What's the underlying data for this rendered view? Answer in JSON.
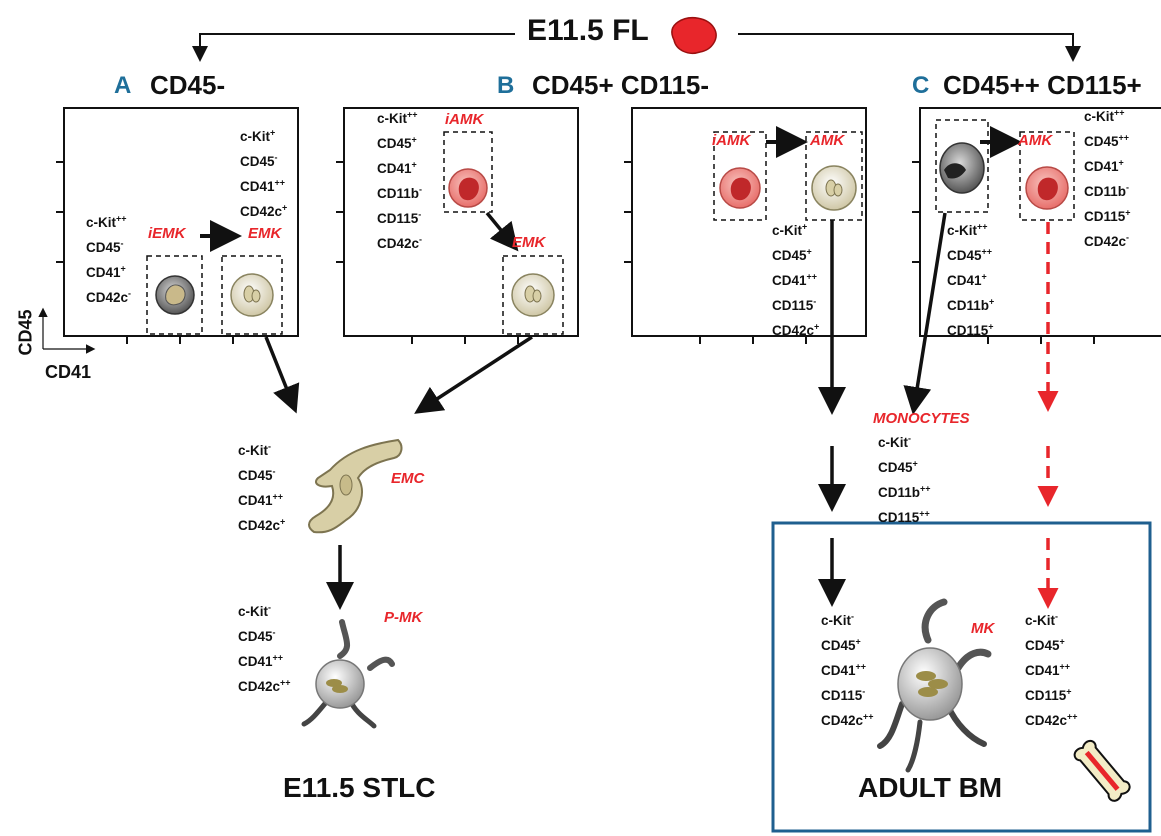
{
  "top": {
    "title": "E11.5 FL"
  },
  "panels": [
    {
      "letter": "A",
      "title": "CD45-"
    },
    {
      "letter": "B",
      "title": "CD45+ CD115-"
    },
    {
      "letter": "C",
      "title": "CD45++ CD115+"
    }
  ],
  "axes": {
    "x": "CD41",
    "y": "CD45"
  },
  "cells": {
    "iEMK": "iEMK",
    "EMK_A": "EMK",
    "iAMK_B": "iAMK",
    "EMK_B": "EMK",
    "iAMK_B2": "iAMK",
    "AMK_B2": "AMK",
    "AMK_C": "AMK",
    "monocytes": "MONOCYTES",
    "EMC": "EMC",
    "PMK": "P-MK",
    "MK": "MK"
  },
  "markers": {
    "A_iEMK": [
      [
        "c-Kit",
        "++"
      ],
      [
        "CD45",
        "-"
      ],
      [
        "CD41",
        "+"
      ],
      [
        "CD42c",
        "-"
      ]
    ],
    "A_EMK": [
      [
        "c-Kit",
        "+"
      ],
      [
        "CD45",
        "-"
      ],
      [
        "CD41",
        "++"
      ],
      [
        "CD42c",
        "+"
      ]
    ],
    "B_iAMK": [
      [
        "c-Kit",
        "++"
      ],
      [
        "CD45",
        "+"
      ],
      [
        "CD41",
        "+"
      ],
      [
        "CD11b",
        "-"
      ],
      [
        "CD115",
        "-"
      ],
      [
        "CD42c",
        "-"
      ]
    ],
    "B2_AMK": [
      [
        "c-Kit",
        "+"
      ],
      [
        "CD45",
        "+"
      ],
      [
        "CD41",
        "++"
      ],
      [
        "CD115",
        "-"
      ],
      [
        "CD42c",
        "+"
      ]
    ],
    "C_mono": [
      [
        "c-Kit",
        "++"
      ],
      [
        "CD45",
        "++"
      ],
      [
        "CD41",
        "+"
      ],
      [
        "CD11b",
        "+"
      ],
      [
        "CD115",
        "+"
      ]
    ],
    "C_AMK": [
      [
        "c-Kit",
        "++"
      ],
      [
        "CD45",
        "++"
      ],
      [
        "CD41",
        "+"
      ],
      [
        "CD11b",
        "-"
      ],
      [
        "CD115",
        "+"
      ],
      [
        "CD42c",
        "-"
      ]
    ],
    "EMC": [
      [
        "c-Kit",
        "-"
      ],
      [
        "CD45",
        "-"
      ],
      [
        "CD41",
        "++"
      ],
      [
        "CD42c",
        "+"
      ]
    ],
    "PMK": [
      [
        "c-Kit",
        "-"
      ],
      [
        "CD45",
        "-"
      ],
      [
        "CD41",
        "++"
      ],
      [
        "CD42c",
        "++"
      ]
    ],
    "monocytes": [
      [
        "c-Kit",
        "-"
      ],
      [
        "CD45",
        "+"
      ],
      [
        "CD11b",
        "++"
      ],
      [
        "CD115",
        "++"
      ]
    ],
    "MK_left": [
      [
        "c-Kit",
        "-"
      ],
      [
        "CD45",
        "+"
      ],
      [
        "CD41",
        "++"
      ],
      [
        "CD115",
        "-"
      ],
      [
        "CD42c",
        "++"
      ]
    ],
    "MK_right": [
      [
        "c-Kit",
        "-"
      ],
      [
        "CD45",
        "+"
      ],
      [
        "CD41",
        "++"
      ],
      [
        "CD115",
        "+"
      ],
      [
        "CD42c",
        "++"
      ]
    ]
  },
  "bottom": {
    "left": "E11.5 STLC",
    "right": "ADULT BM"
  },
  "colors": {
    "accent_red": "#e8262b",
    "box_blue": "#1f5f8f",
    "letter_blue": "#1f6f9a"
  }
}
